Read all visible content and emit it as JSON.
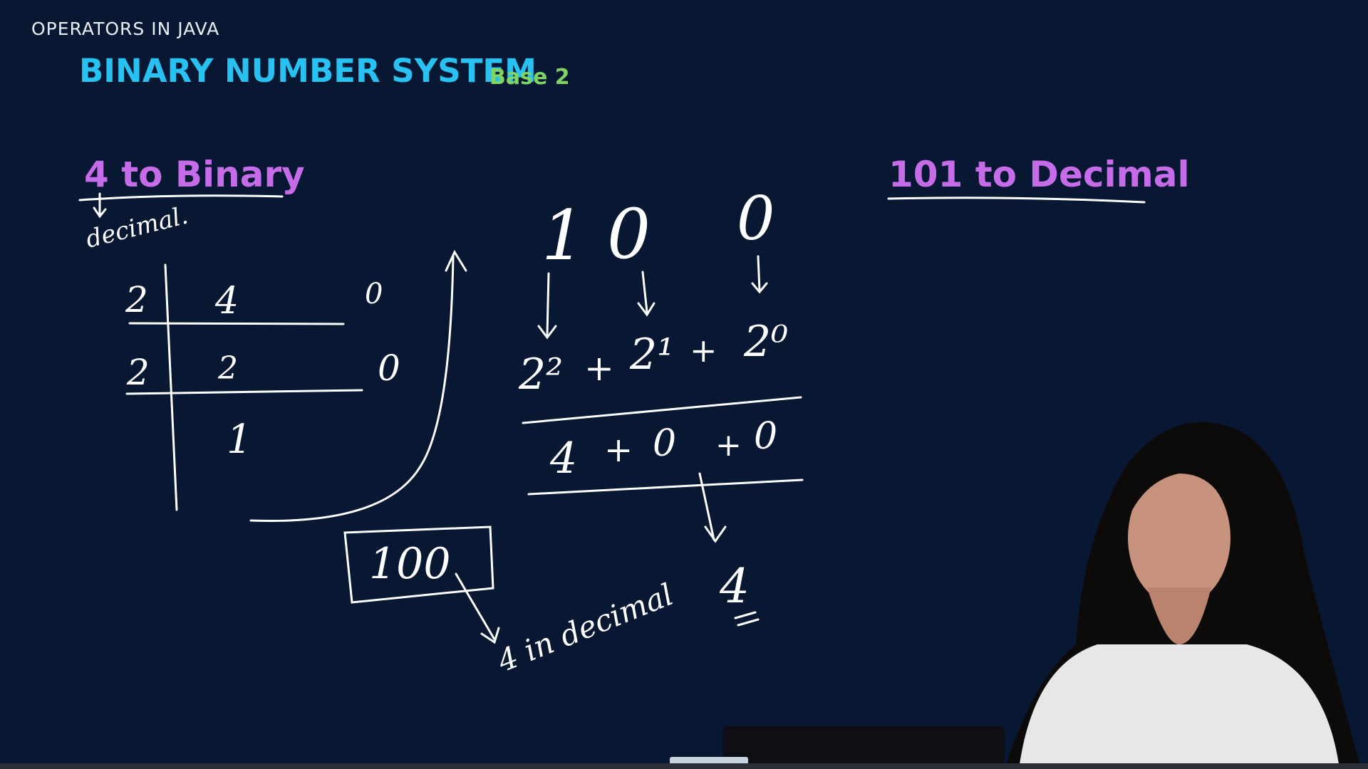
{
  "header": {
    "course_label": "OPERATORS IN JAVA",
    "title": "BINARY NUMBER SYSTEM",
    "subtitle": "Base 2"
  },
  "board": {
    "left_heading": "4 to Binary",
    "right_heading": "101 to Decimal",
    "notes": {
      "decimal_note": "decimal.",
      "division_rows": [
        {
          "divisor": "2",
          "dividend": "4",
          "remainder": "0"
        },
        {
          "divisor": "2",
          "dividend": "2",
          "remainder": "0"
        }
      ],
      "quotient": "1",
      "result_box": "100",
      "in_decimal_note": "4 in decimal",
      "digits": [
        "1",
        "0",
        "0"
      ],
      "powers": [
        "2²",
        "2¹",
        "2⁰"
      ],
      "sum_terms": [
        "4",
        "+",
        "0",
        "+",
        "0"
      ],
      "final_value": "4"
    }
  },
  "colors": {
    "background": "#081833",
    "title": "#28c2f2",
    "base": "#7fd463",
    "heading": "#c66ce8",
    "ink": "#ffffff"
  }
}
